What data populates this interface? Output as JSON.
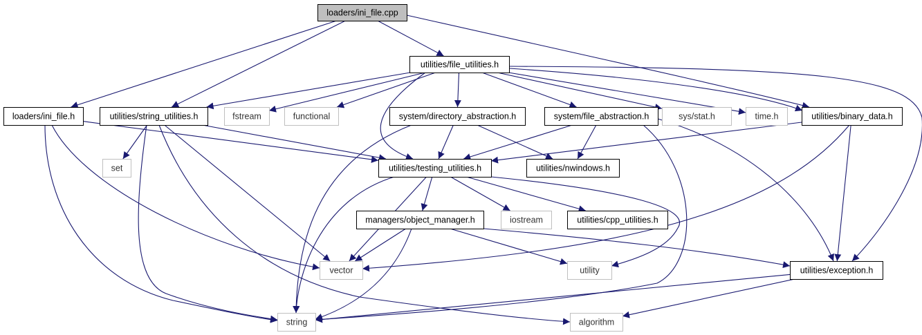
{
  "colors": {
    "edge": "#191970",
    "focus_fill": "#bfbfbf",
    "internal_border": "#000000",
    "external_border": "#bfbfbf",
    "background": "#ffffff"
  },
  "nodes": [
    {
      "id": "root",
      "label": "loaders/ini_file.cpp",
      "kind": "focus"
    },
    {
      "id": "file_utilities",
      "label": "utilities/file_utilities.h",
      "kind": "internal"
    },
    {
      "id": "ini_file_h",
      "label": "loaders/ini_file.h",
      "kind": "internal"
    },
    {
      "id": "string_utilities",
      "label": "utilities/string_utilities.h",
      "kind": "internal"
    },
    {
      "id": "fstream",
      "label": "fstream",
      "kind": "external"
    },
    {
      "id": "functional",
      "label": "functional",
      "kind": "external"
    },
    {
      "id": "directory_abstraction",
      "label": "system/directory_abstraction.h",
      "kind": "internal"
    },
    {
      "id": "file_abstraction",
      "label": "system/file_abstraction.h",
      "kind": "internal"
    },
    {
      "id": "sys_stat",
      "label": "sys/stat.h",
      "kind": "external"
    },
    {
      "id": "time_h",
      "label": "time.h",
      "kind": "external"
    },
    {
      "id": "binary_data",
      "label": "utilities/binary_data.h",
      "kind": "internal"
    },
    {
      "id": "set",
      "label": "set",
      "kind": "external"
    },
    {
      "id": "testing_utilities",
      "label": "utilities/testing_utilities.h",
      "kind": "internal"
    },
    {
      "id": "nwindows",
      "label": "utilities/nwindows.h",
      "kind": "internal"
    },
    {
      "id": "object_manager",
      "label": "managers/object_manager.h",
      "kind": "internal"
    },
    {
      "id": "iostream",
      "label": "iostream",
      "kind": "external"
    },
    {
      "id": "cpp_utilities",
      "label": "utilities/cpp_utilities.h",
      "kind": "internal"
    },
    {
      "id": "vector",
      "label": "vector",
      "kind": "external"
    },
    {
      "id": "utility",
      "label": "utility",
      "kind": "external"
    },
    {
      "id": "exception",
      "label": "utilities/exception.h",
      "kind": "internal"
    },
    {
      "id": "string",
      "label": "string",
      "kind": "external"
    },
    {
      "id": "algorithm",
      "label": "algorithm",
      "kind": "external"
    }
  ],
  "edges": [
    {
      "from": "root",
      "to": "ini_file_h"
    },
    {
      "from": "root",
      "to": "string_utilities"
    },
    {
      "from": "root",
      "to": "file_utilities"
    },
    {
      "from": "root",
      "to": "binary_data"
    },
    {
      "from": "file_utilities",
      "to": "string_utilities"
    },
    {
      "from": "file_utilities",
      "to": "fstream"
    },
    {
      "from": "file_utilities",
      "to": "functional"
    },
    {
      "from": "file_utilities",
      "to": "directory_abstraction"
    },
    {
      "from": "file_utilities",
      "to": "file_abstraction"
    },
    {
      "from": "file_utilities",
      "to": "sys_stat"
    },
    {
      "from": "file_utilities",
      "to": "time_h"
    },
    {
      "from": "file_utilities",
      "to": "binary_data"
    },
    {
      "from": "file_utilities",
      "to": "testing_utilities"
    },
    {
      "from": "file_utilities",
      "to": "exception"
    },
    {
      "from": "ini_file_h",
      "to": "testing_utilities"
    },
    {
      "from": "ini_file_h",
      "to": "vector"
    },
    {
      "from": "ini_file_h",
      "to": "string"
    },
    {
      "from": "string_utilities",
      "to": "set"
    },
    {
      "from": "string_utilities",
      "to": "testing_utilities"
    },
    {
      "from": "string_utilities",
      "to": "vector"
    },
    {
      "from": "string_utilities",
      "to": "string"
    },
    {
      "from": "string_utilities",
      "to": "algorithm"
    },
    {
      "from": "directory_abstraction",
      "to": "testing_utilities"
    },
    {
      "from": "directory_abstraction",
      "to": "nwindows"
    },
    {
      "from": "directory_abstraction",
      "to": "string"
    },
    {
      "from": "file_abstraction",
      "to": "testing_utilities"
    },
    {
      "from": "file_abstraction",
      "to": "nwindows"
    },
    {
      "from": "file_abstraction",
      "to": "string"
    },
    {
      "from": "file_abstraction",
      "to": "exception"
    },
    {
      "from": "binary_data",
      "to": "testing_utilities"
    },
    {
      "from": "binary_data",
      "to": "vector"
    },
    {
      "from": "binary_data",
      "to": "exception"
    },
    {
      "from": "testing_utilities",
      "to": "object_manager"
    },
    {
      "from": "testing_utilities",
      "to": "iostream"
    },
    {
      "from": "testing_utilities",
      "to": "cpp_utilities"
    },
    {
      "from": "testing_utilities",
      "to": "vector"
    },
    {
      "from": "testing_utilities",
      "to": "utility"
    },
    {
      "from": "testing_utilities",
      "to": "string"
    },
    {
      "from": "object_manager",
      "to": "vector"
    },
    {
      "from": "object_manager",
      "to": "utility"
    },
    {
      "from": "object_manager",
      "to": "exception"
    },
    {
      "from": "object_manager",
      "to": "string"
    },
    {
      "from": "exception",
      "to": "string"
    },
    {
      "from": "exception",
      "to": "algorithm"
    }
  ]
}
